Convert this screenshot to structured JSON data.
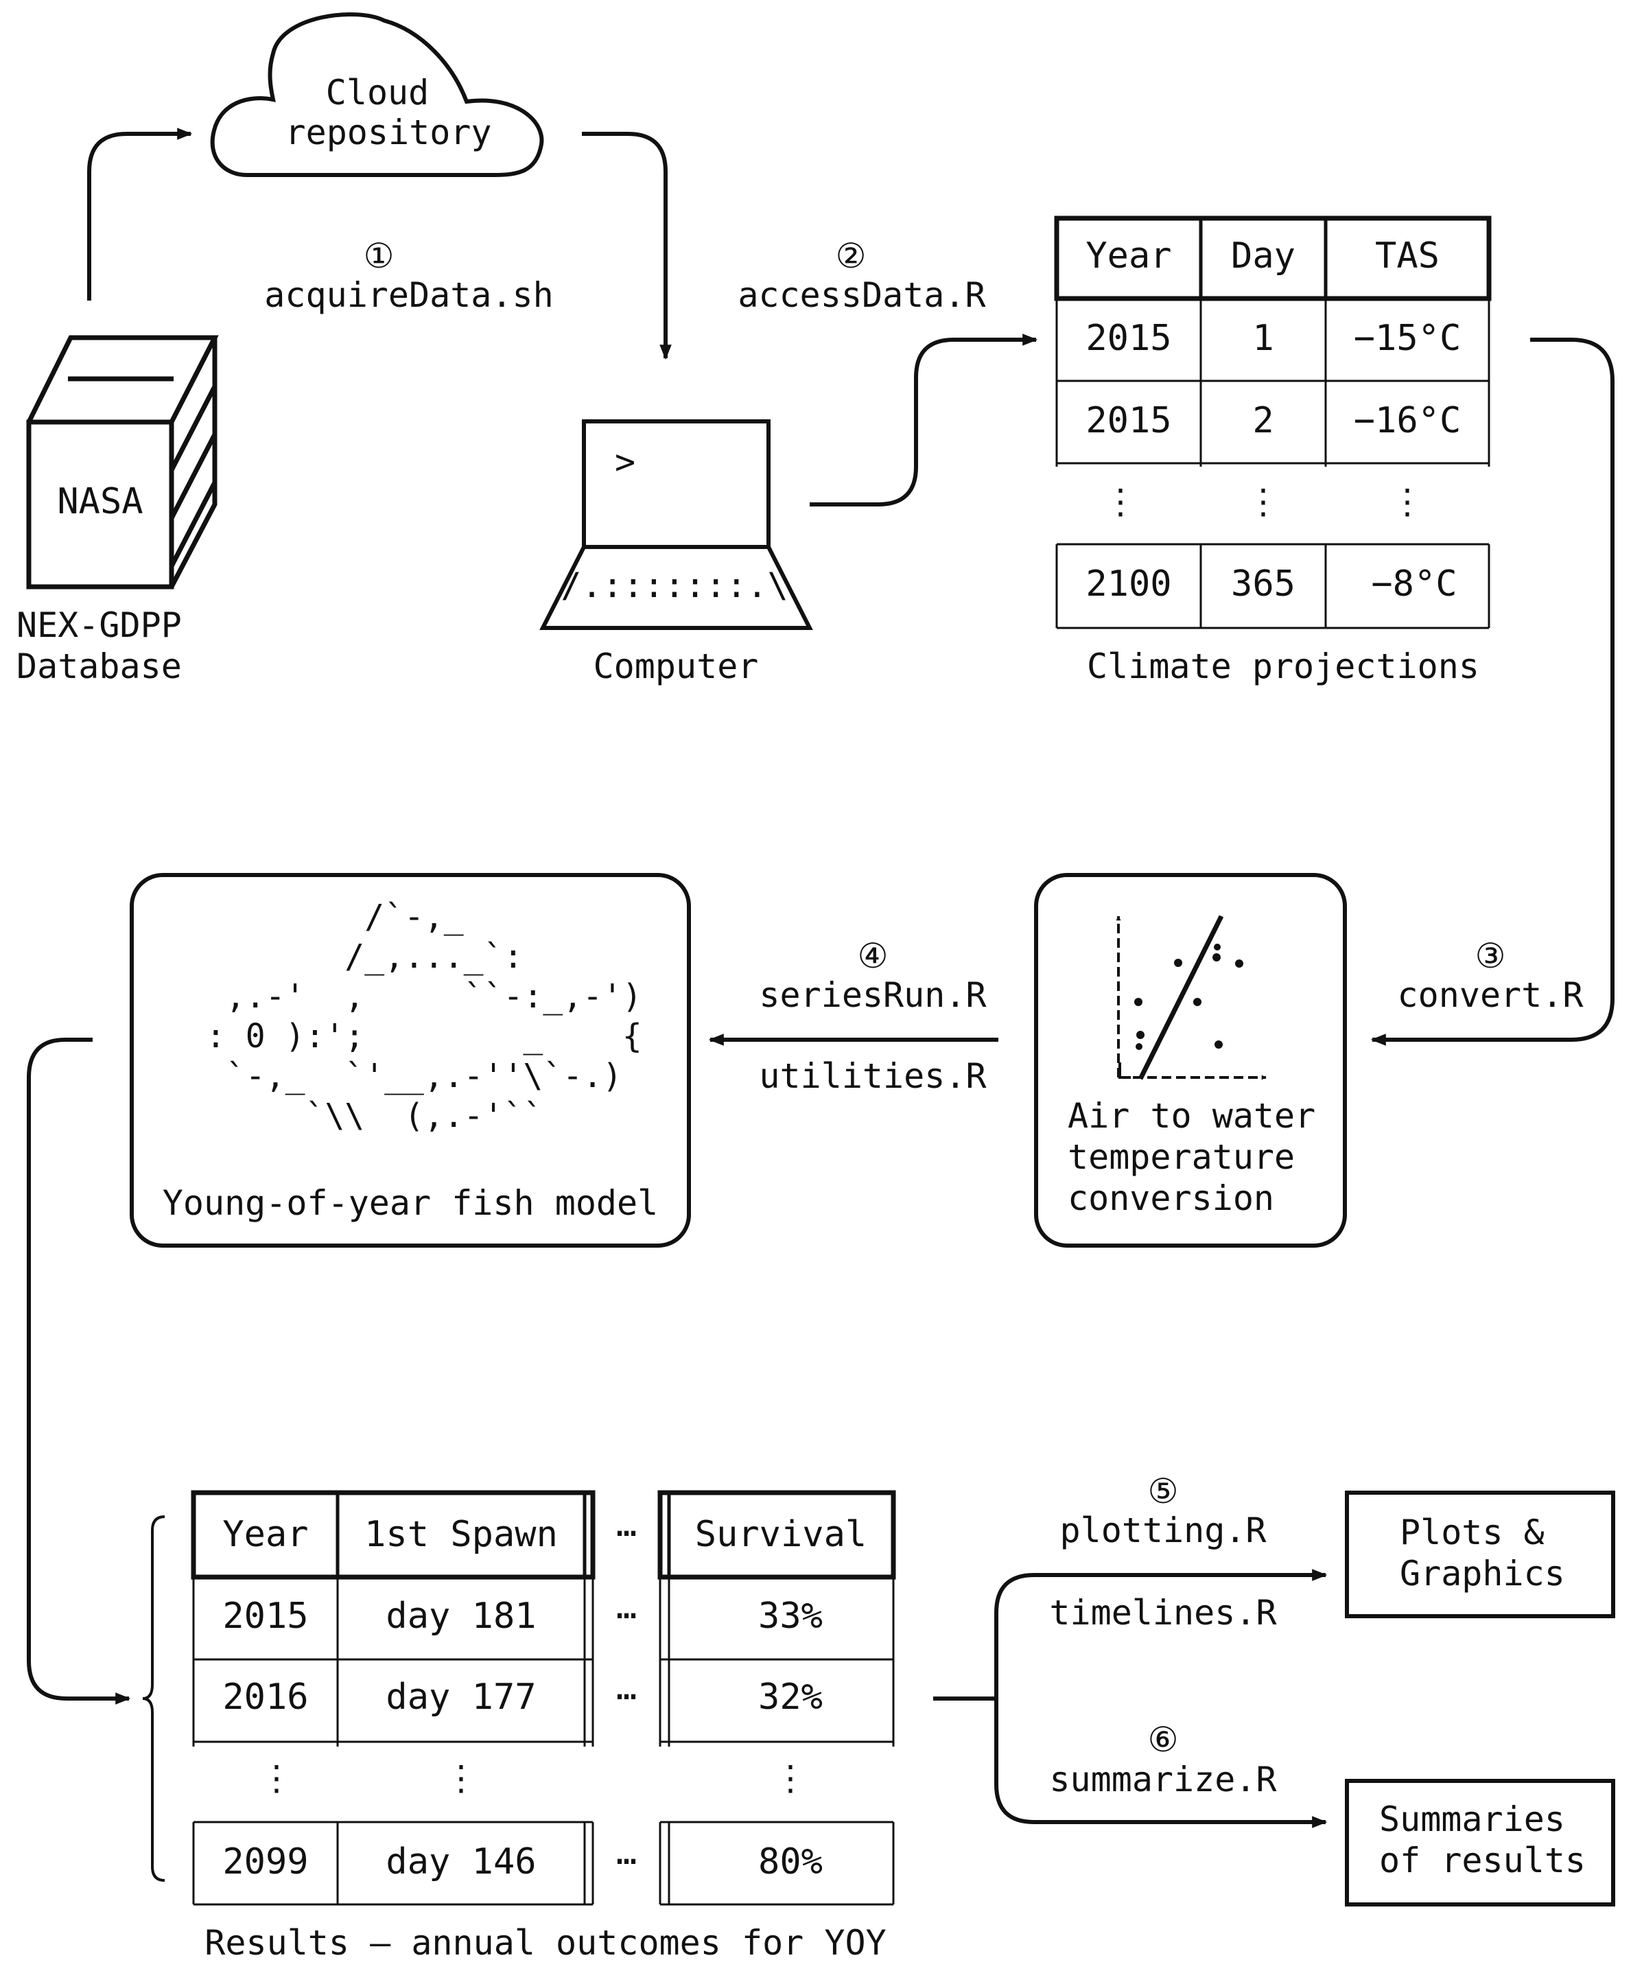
{
  "database": {
    "box_label": "NASA",
    "caption": [
      "NEX-GDPP",
      "Database"
    ]
  },
  "cloud": {
    "label": [
      "Cloud",
      "repository"
    ]
  },
  "computer": {
    "prompt": ">",
    "keyboard": "/.:::::::.\\",
    "caption": "Computer"
  },
  "steps": {
    "s1": {
      "num": "①",
      "scripts": [
        "acquireData.sh"
      ]
    },
    "s2": {
      "num": "②",
      "scripts": [
        "accessData.R"
      ]
    },
    "s3": {
      "num": "③",
      "scripts": [
        "convert.R"
      ]
    },
    "s4": {
      "num": "④",
      "scripts": [
        "seriesRun.R",
        "utilities.R"
      ]
    },
    "s5": {
      "num": "⑤",
      "scripts": [
        "plotting.R",
        "timelines.R"
      ]
    },
    "s6": {
      "num": "⑥",
      "scripts": [
        "summarize.R"
      ]
    }
  },
  "climate_table": {
    "headers": [
      "Year",
      "Day",
      "TAS"
    ],
    "rows": [
      [
        "2015",
        "1",
        "−15°C"
      ],
      [
        "2015",
        "2",
        "−16°C"
      ],
      [
        "⋮",
        "⋮",
        "⋮"
      ],
      [
        "2100",
        "365",
        "−8°C"
      ]
    ],
    "caption": "Climate projections"
  },
  "conversion": {
    "label": [
      "Air to water",
      "temperature",
      "conversion"
    ]
  },
  "fish_model": {
    "ascii": [
      "        /`-,_",
      "       /_,..._`:",
      " ,.-'  ,     ``-:_,-')",
      ": 0 ):';        _    {",
      " `-,_  `'__,.-''\\`-.)",
      "     `\\\\  (,.-'``"
    ],
    "label": "Young-of-year fish model"
  },
  "results_table": {
    "headers": [
      "Year",
      "1st Spawn",
      "⋯",
      "Survival"
    ],
    "rows": [
      [
        "2015",
        "day 181",
        "⋯",
        "33%"
      ],
      [
        "2016",
        "day 177",
        "⋯",
        "32%"
      ],
      [
        "⋮",
        "⋮",
        "",
        "⋮"
      ],
      [
        "2099",
        "day 146",
        "⋯",
        "80%"
      ]
    ],
    "caption": "Results – annual outcomes for YOY"
  },
  "outputs": {
    "plots": [
      "Plots &",
      "Graphics"
    ],
    "summaries": [
      "Summaries",
      "of results"
    ]
  }
}
